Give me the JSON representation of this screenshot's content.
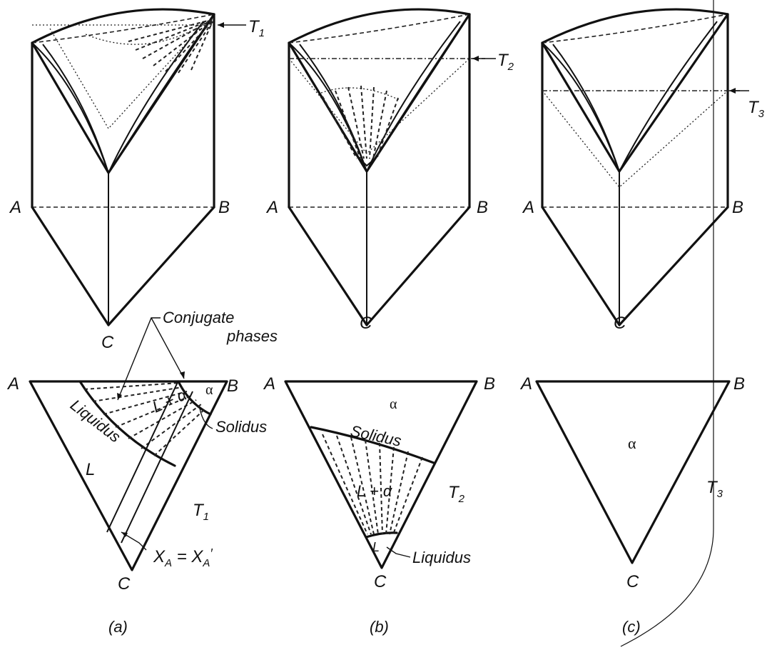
{
  "figure": {
    "panels": [
      {
        "caption": "(a)",
        "temperature": "T",
        "temp_sub": "1",
        "prism_vertices": [
          "A",
          "B",
          "C"
        ],
        "section_vertices": [
          "A",
          "B",
          "C"
        ],
        "section_labels": {
          "conjugate_1": "Conjugate",
          "conjugate_2": "phases",
          "liquidus": "Liquidus",
          "solidus": "Solidus",
          "l_region": "L",
          "two_phase": "L + α",
          "alpha": "α",
          "temp_label": "T",
          "temp_label_sub": "1",
          "xa_main": "X",
          "xa_sub": "A",
          "xa_eq": " = X",
          "xa_sub2": "A",
          "xa_prime": "′"
        }
      },
      {
        "caption": "(b)",
        "temperature": "T",
        "temp_sub": "2",
        "prism_vertices": [
          "A",
          "B",
          "C"
        ],
        "section_vertices": [
          "A",
          "B",
          "C"
        ],
        "section_labels": {
          "alpha": "α",
          "solidus": "Solidus",
          "two_phase": "L + α",
          "temp_label": "T",
          "temp_label_sub": "2",
          "l_small": "L",
          "liquidus": "Liquidus"
        }
      },
      {
        "caption": "(c)",
        "temperature": "T",
        "temp_sub": "3",
        "prism_vertices": [
          "A",
          "B",
          "C"
        ],
        "section_vertices": [
          "A",
          "B",
          "C"
        ],
        "section_labels": {
          "alpha": "α",
          "temp_label": "T",
          "temp_label_sub": "3"
        }
      }
    ]
  }
}
